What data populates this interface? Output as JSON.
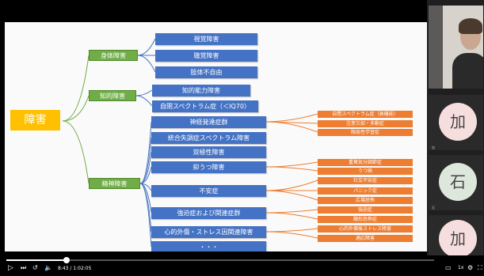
{
  "mindmap": {
    "root": "障害",
    "categories": [
      "身体障害",
      "知的障害",
      "精神障害"
    ],
    "physical_items": [
      "視覚障害",
      "聴覚障害",
      "肢体不自由"
    ],
    "intellectual_items": [
      "知的能力障害",
      "自閉スペクトラム症（＜IQ70）"
    ],
    "mental_items": [
      "神経発達症群",
      "統合失調症スペクトラム障害",
      "双極性障害",
      "抑うつ障害",
      "不安症",
      "強迫症および関連症群",
      "心的外傷・ストレス因関連障害",
      "・・・"
    ],
    "neuro_sub": [
      "自閉スペクトラム症（高機能）",
      "注意欠如・多動症",
      "限局性学習症"
    ],
    "depressive_sub": [
      "重篤気分調節症",
      "うつ病"
    ],
    "anxiety_sub": [
      "社交不安症",
      "パニック症",
      "広場恐怖"
    ],
    "ocd_sub": [
      "強迫症",
      "醜形恐怖症"
    ],
    "trauma_sub": [
      "心的外傷後ストレス障害",
      "適応障害"
    ]
  },
  "participants": [
    {
      "initial": "加",
      "name": "加"
    },
    {
      "initial": "石",
      "name": "石"
    },
    {
      "initial": "加",
      "name": "加"
    }
  ],
  "player": {
    "time": "8:43 / 1:02:05",
    "speed": "1x",
    "progress": 0.14
  },
  "colors": {
    "root": "#ffc000",
    "category": "#70ad47",
    "item": "#4472c4",
    "sub_item": "#ed7d31",
    "avatar": "#f7dede",
    "avatar_alt": "#dde7dc"
  }
}
